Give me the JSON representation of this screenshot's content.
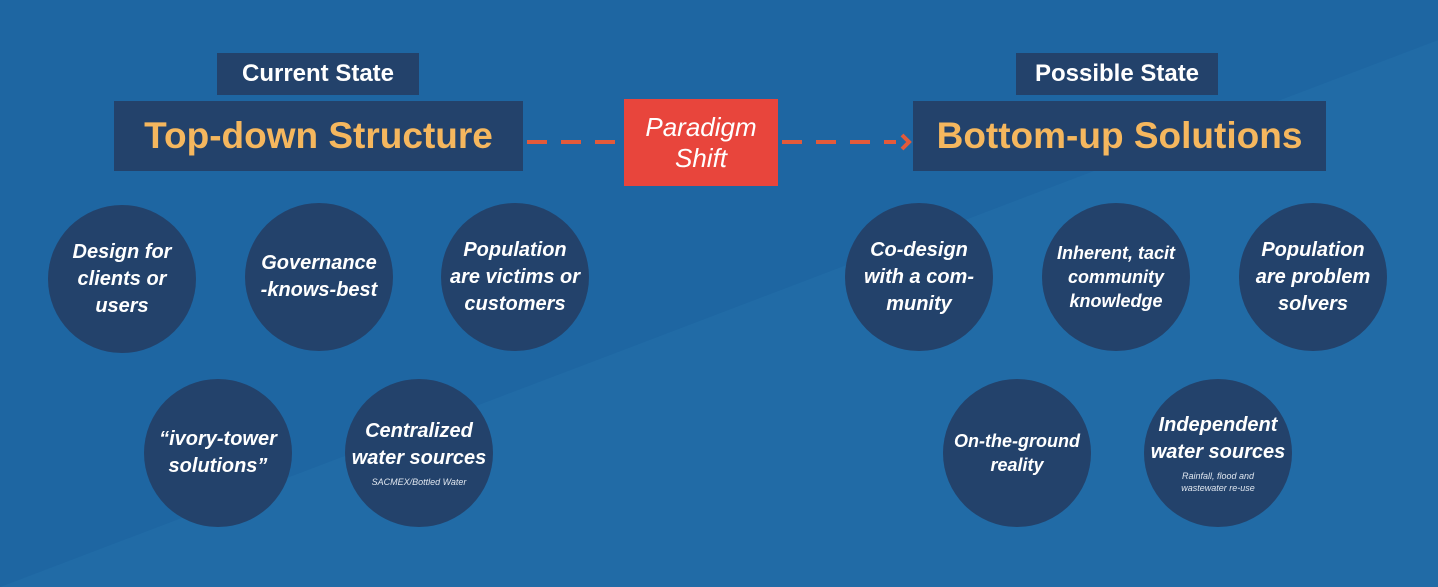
{
  "left": {
    "label": "Current State",
    "title": "Top-down Structure",
    "circles": [
      {
        "lines": [
          "Design for",
          "clients or",
          "users"
        ],
        "sub": ""
      },
      {
        "lines": [
          "Governance",
          "-knows-best"
        ],
        "sub": ""
      },
      {
        "lines": [
          "Population",
          "are victims or",
          "customers"
        ],
        "sub": ""
      },
      {
        "lines": [
          "“ivory-tower",
          "solutions”"
        ],
        "sub": ""
      },
      {
        "lines": [
          "Centralized",
          "water sources"
        ],
        "sub": "SACMEX/Bottled Water"
      }
    ]
  },
  "shift": {
    "line1": "Paradigm",
    "line2": "Shift"
  },
  "right": {
    "label": "Possible State",
    "title": "Bottom-up Solutions",
    "circles": [
      {
        "lines": [
          "Co-design",
          "with a com-",
          "munity"
        ],
        "sub": ""
      },
      {
        "lines": [
          "Inherent, tacit",
          "community",
          "knowledge"
        ],
        "sub": ""
      },
      {
        "lines": [
          "Population",
          "are problem",
          "solvers"
        ],
        "sub": ""
      },
      {
        "lines": [
          "On-the-ground",
          "reality"
        ],
        "sub": ""
      },
      {
        "lines": [
          "Independent",
          "water sources"
        ],
        "sub": "Rainfall, flood and wastewater re-use"
      }
    ]
  },
  "colors": {
    "background": "#1f68a3",
    "box": "#23426b",
    "title_text": "#f5b75e",
    "shift": "#e8453c",
    "arrow": "#e35a3a"
  }
}
